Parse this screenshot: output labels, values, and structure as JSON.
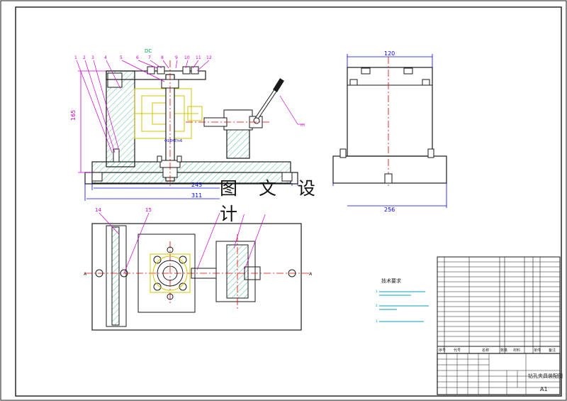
{
  "watermark": {
    "text": "图 文 设 计"
  },
  "front_view": {
    "dimensions": {
      "height": "165",
      "width_inner": "243",
      "width_total": "311"
    },
    "callouts": [
      "1",
      "2",
      "3",
      "4",
      "5",
      "6",
      "7",
      "8",
      "9",
      "10",
      "11",
      "12"
    ],
    "top_label": "DC",
    "bore_label": "Φ16H7/n6",
    "handle_label": "m"
  },
  "side_view": {
    "dimensions": {
      "top": "120",
      "bottom": "256"
    }
  },
  "top_view": {
    "callouts": [
      "14",
      "15"
    ],
    "section_left": "A",
    "section_right": "A"
  },
  "tech_requirements": {
    "title": "技术要求",
    "lines": [
      "1.",
      "2.",
      "3."
    ]
  },
  "title_block": {
    "drawing_title": "钻孔夹具装配图",
    "sheet_size": "A1",
    "header": {
      "seq": "序号",
      "code": "代号",
      "name": "名称",
      "qty": "数量",
      "material": "材料",
      "weight": "单件",
      "remark": "备注"
    }
  },
  "colors": {
    "line": "#1a1a1a",
    "blue": "#0000ff",
    "red": "#e00000",
    "yellow": "#d4c400",
    "green": "#00aa55",
    "magenta": "#cc00cc",
    "cyan": "#00a0c0",
    "hatch": "#20b070"
  }
}
